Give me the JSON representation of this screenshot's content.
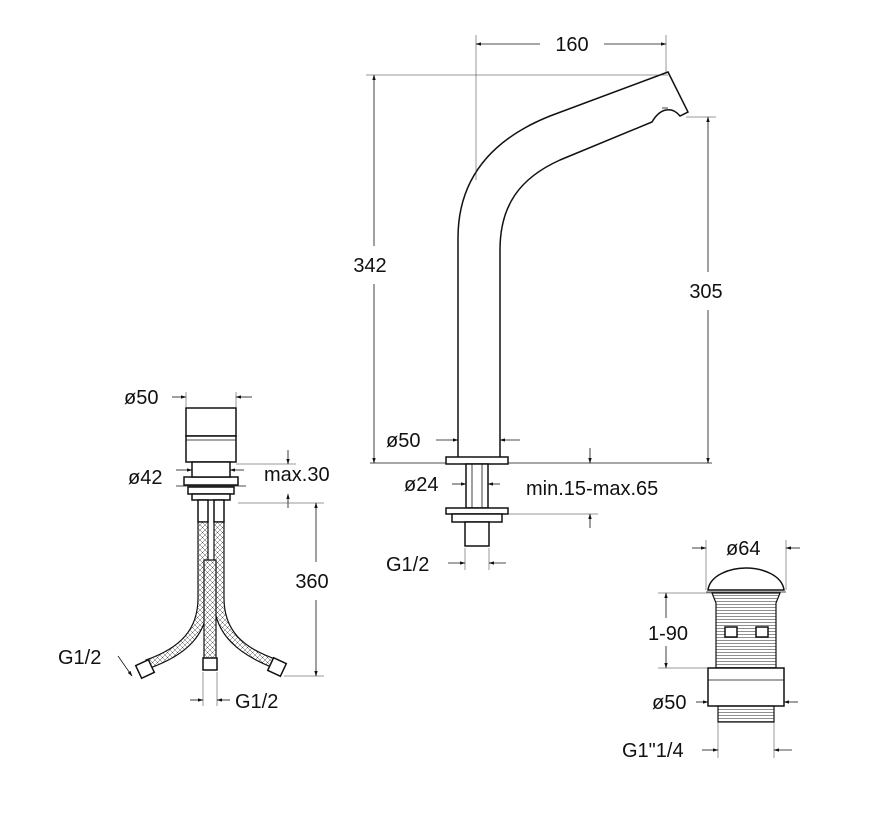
{
  "colors": {
    "line": "#111111",
    "background": "#ffffff"
  },
  "spout": {
    "width": "160",
    "height_total": "342",
    "outlet_height": "305",
    "base_diameter": "ø50",
    "shank_diameter": "ø24",
    "deck_thickness": "min.15-max.65",
    "thread": "G1/2"
  },
  "mixer": {
    "body_diameter": "ø50",
    "flange_diameter": "ø42",
    "deck_max": "max.30",
    "hose_length": "360",
    "thread_left": "G1/2",
    "thread_bottom": "G1/2"
  },
  "waste": {
    "cap_diameter": "ø64",
    "adjust_range": "1-90",
    "body_diameter": "ø50",
    "thread": "G1\"1/4"
  }
}
